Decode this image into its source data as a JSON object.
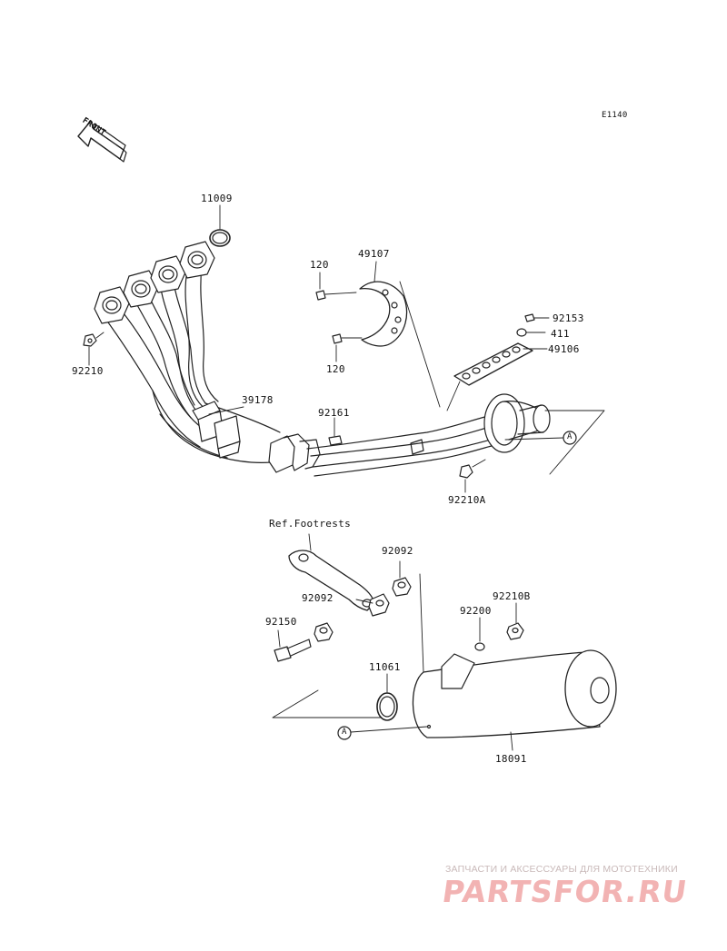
{
  "diagram": {
    "code": "E1140",
    "front_arrow_text": "FRONT",
    "reference_label": "Ref.Footrests",
    "callout_letter": "A",
    "parts": [
      {
        "id": "p11009",
        "number": "11009"
      },
      {
        "id": "p92210",
        "number": "92210"
      },
      {
        "id": "p120a",
        "number": "120"
      },
      {
        "id": "p120b",
        "number": "120"
      },
      {
        "id": "p49107",
        "number": "49107"
      },
      {
        "id": "p92153",
        "number": "92153"
      },
      {
        "id": "p411",
        "number": "411"
      },
      {
        "id": "p49106",
        "number": "49106"
      },
      {
        "id": "p39178",
        "number": "39178"
      },
      {
        "id": "p92161",
        "number": "92161"
      },
      {
        "id": "p92210A",
        "number": "92210A"
      },
      {
        "id": "p92092a",
        "number": "92092"
      },
      {
        "id": "p92092b",
        "number": "92092"
      },
      {
        "id": "p92150",
        "number": "92150"
      },
      {
        "id": "p92210B",
        "number": "92210B"
      },
      {
        "id": "p92200",
        "number": "92200"
      },
      {
        "id": "p11061",
        "number": "11061"
      },
      {
        "id": "p18091",
        "number": "18091"
      }
    ]
  },
  "watermark": {
    "subtitle": "ЗАПЧАСТИ И АКСЕССУАРЫ ДЛЯ МОТОТЕХНИКИ",
    "brand": "PARTSFOR.RU"
  },
  "colors": {
    "line": "#222222",
    "watermark": "#f2b3b3"
  }
}
